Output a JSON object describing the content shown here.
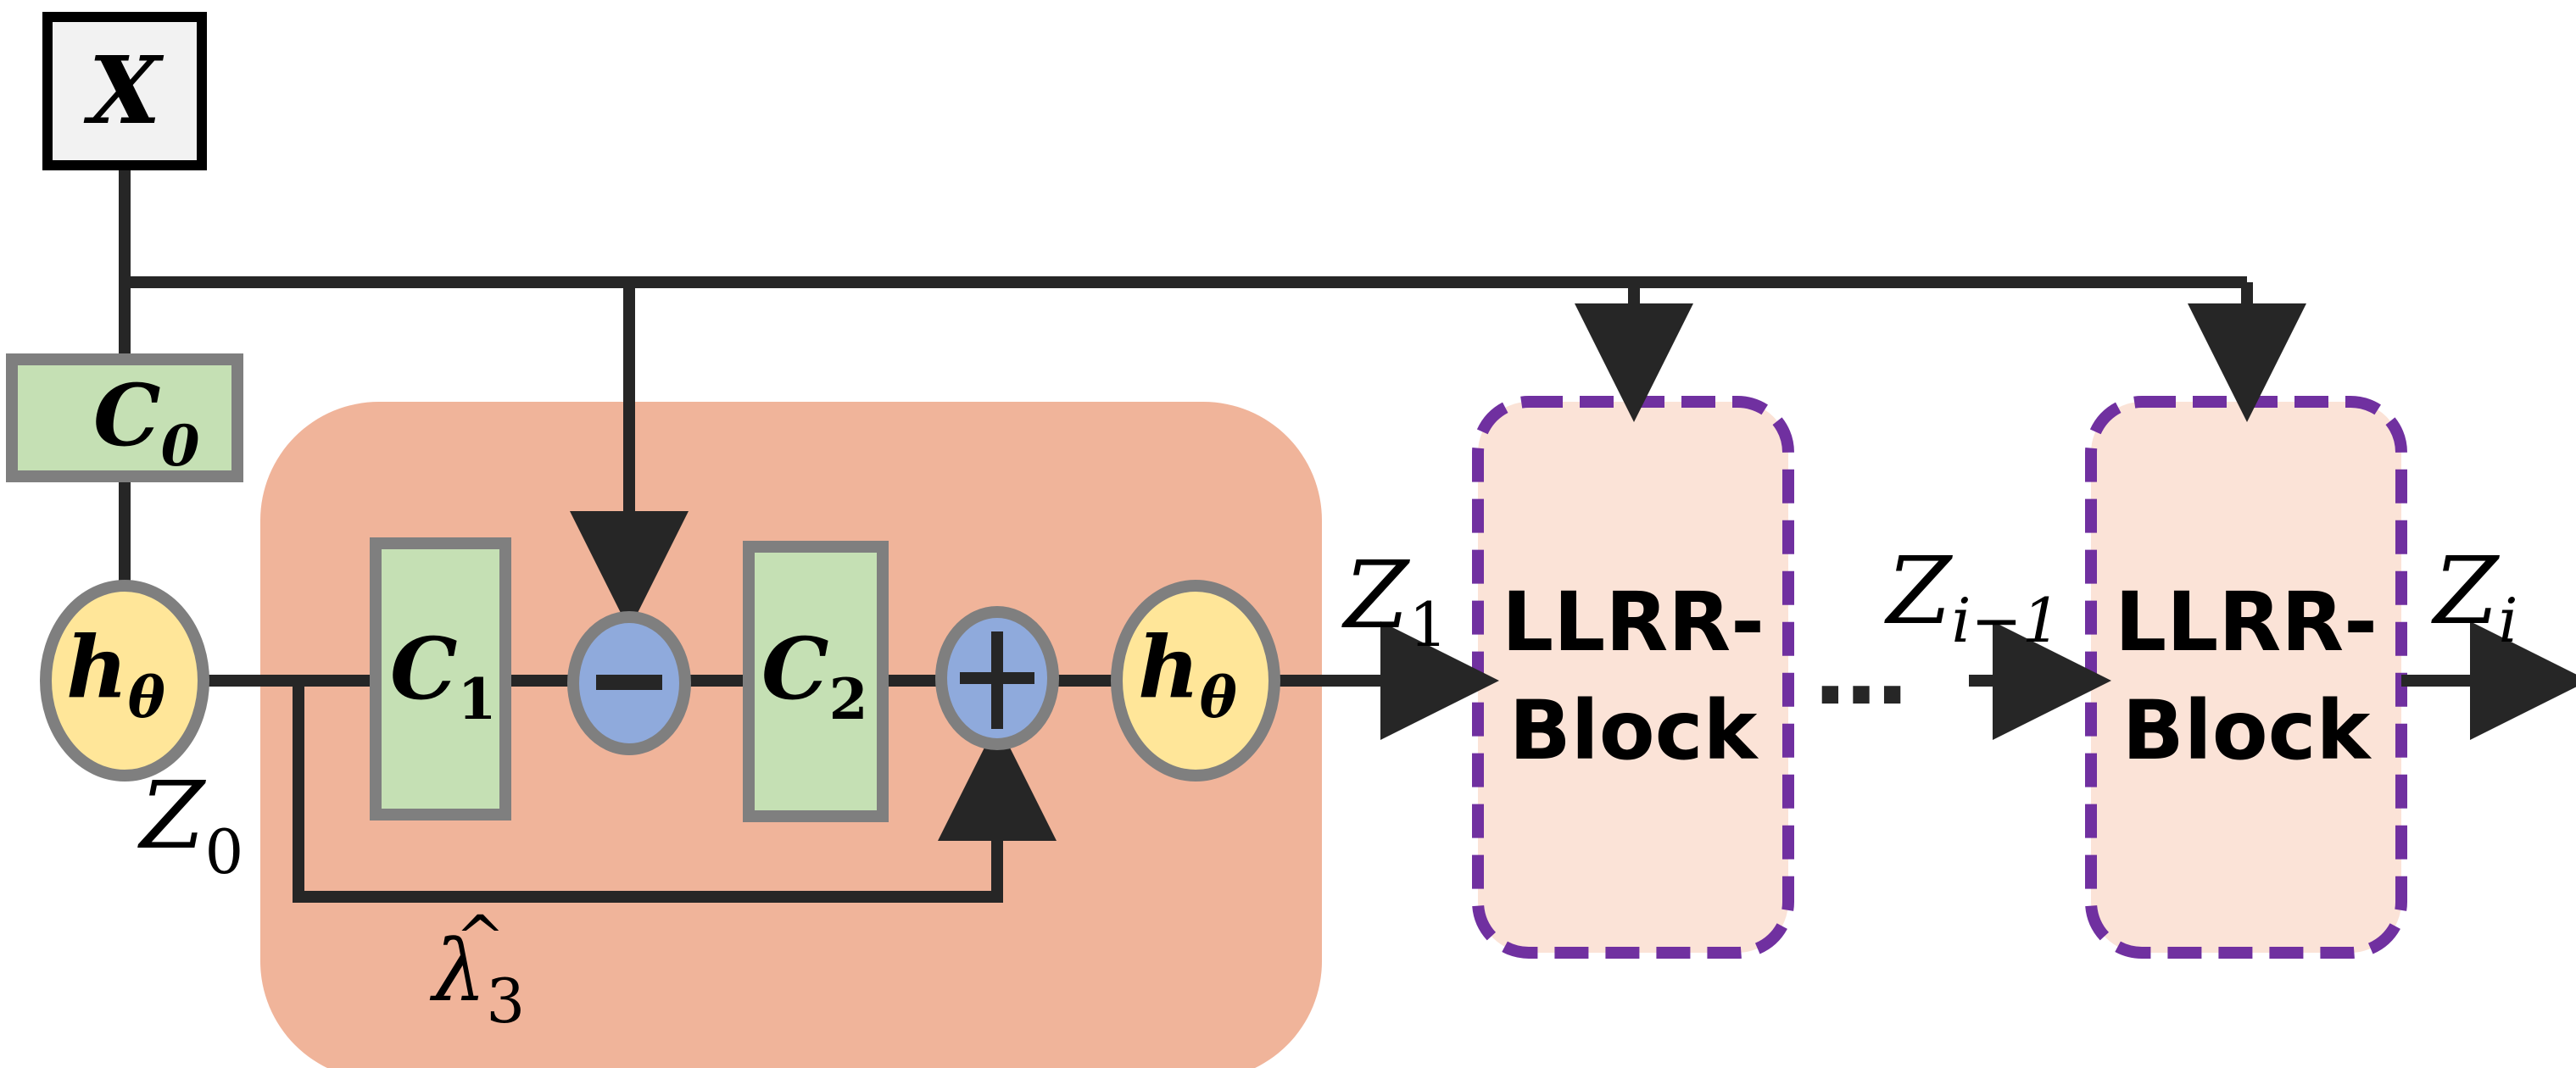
{
  "input": {
    "label": "X"
  },
  "pre_block": {
    "c0_base": "C",
    "c0_sub": "0",
    "h_base": "h",
    "h_sub": "θ"
  },
  "main_block": {
    "c1_base": "C",
    "c1_sub": "1",
    "c2_base": "C",
    "c2_sub": "2",
    "minus_symbol": "−",
    "h_base": "h",
    "h_sub": "θ",
    "lambda_base": "λ",
    "lambda_hat": "^",
    "lambda_sub": "3"
  },
  "signals": {
    "z0_base": "Z",
    "z0_sub": "0",
    "z1_base": "Z",
    "z1_sub": "1",
    "zim1_base": "Z",
    "zim1_sub": "i−1",
    "zi_base": "Z",
    "zi_sub": "i",
    "dots": "…"
  },
  "blocks": [
    {
      "line1": "LLRR-",
      "line2": "Block"
    },
    {
      "line1": "LLRR-",
      "line2": "Block"
    }
  ],
  "colors": {
    "line": "#262626",
    "main_block_fill": "#f0b49a",
    "llrr_fill": "#fbe3d7",
    "llrr_border": "#7030a0",
    "c_fill": "#c5e0b4",
    "c_border": "#7f7f7f",
    "h_fill": "#ffe699",
    "op_fill": "#8faadc",
    "input_fill": "#f2f2f2"
  }
}
